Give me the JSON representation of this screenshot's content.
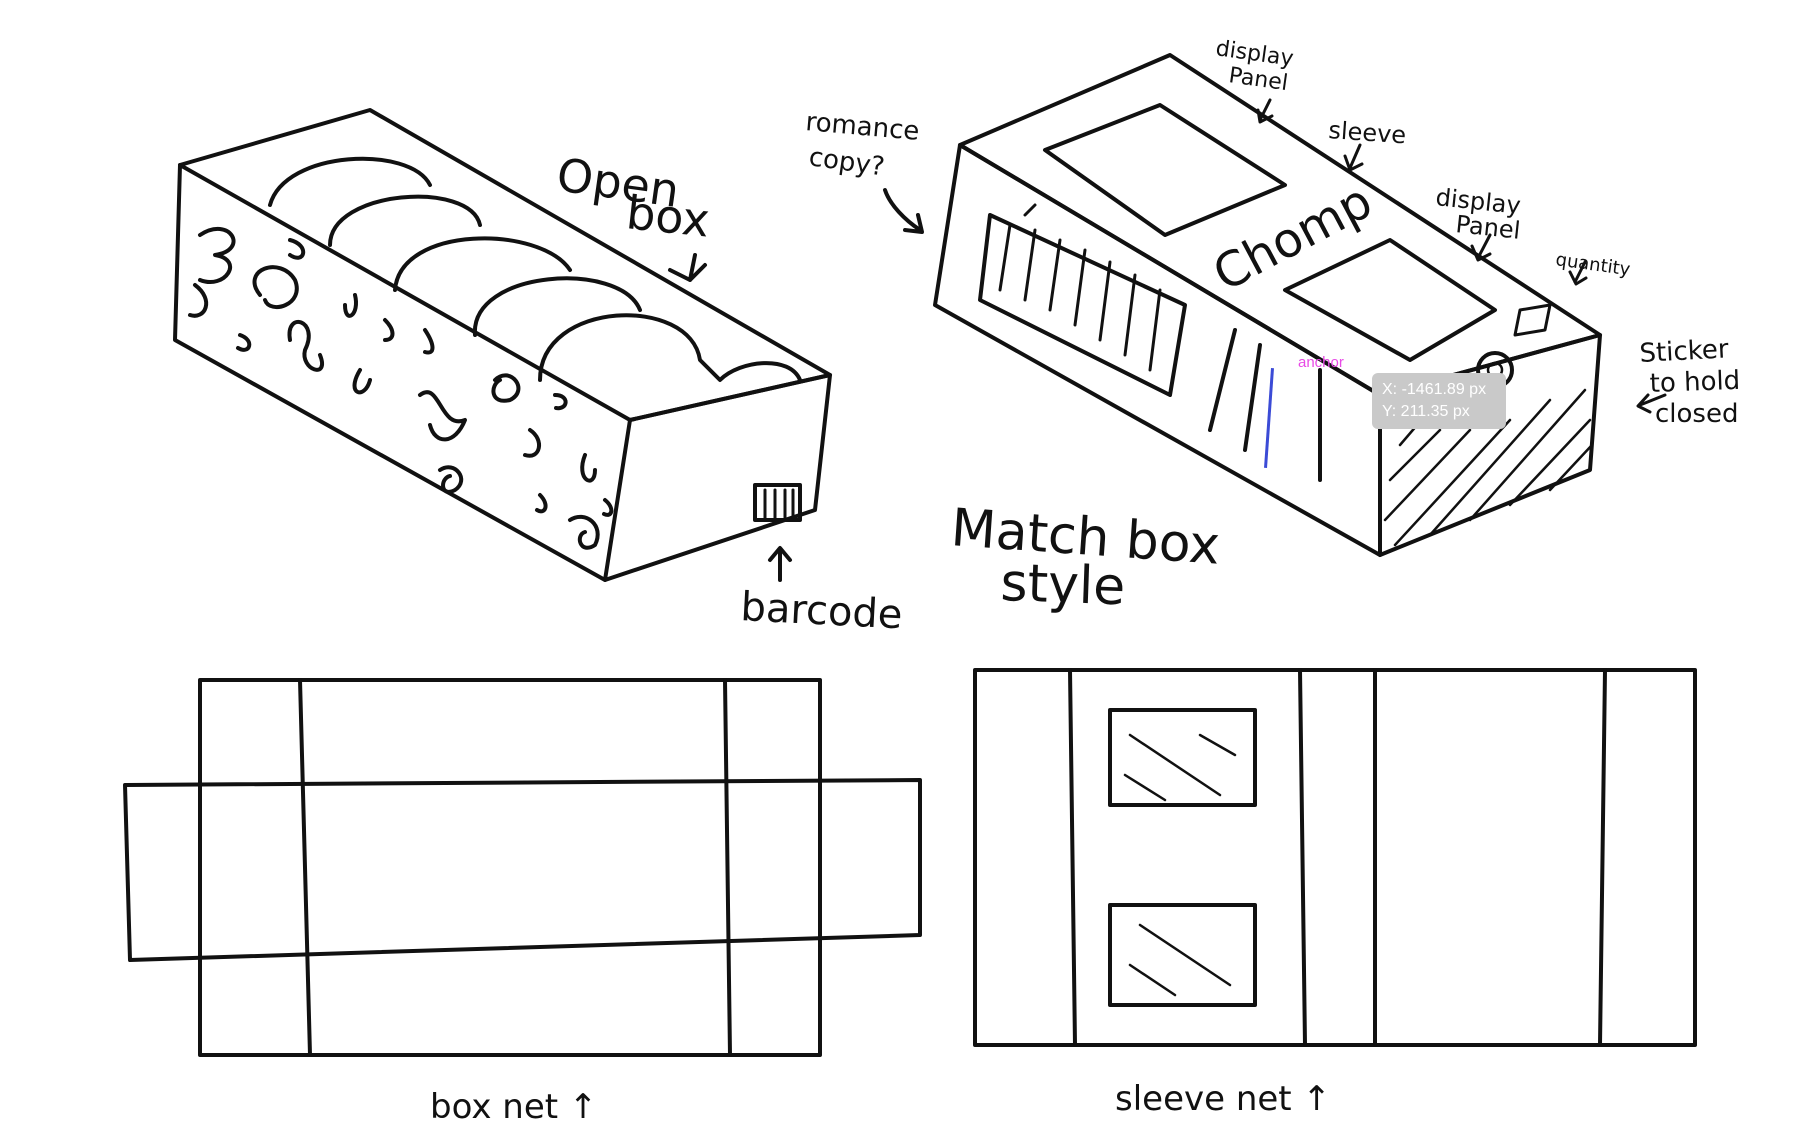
{
  "colors": {
    "ink": "#111111",
    "anchor": "#e84be6",
    "selection": "#3b4bd6",
    "tooltip_bg": "#c9c9c9",
    "tooltip_text": "#ffffff"
  },
  "labels": {
    "open_box": [
      "Open",
      "box"
    ],
    "barcode": "barcode",
    "match_box_style": [
      "Match box",
      "style"
    ],
    "romance_copy": [
      "romance",
      "copy?"
    ],
    "display_panel_top": [
      "display",
      "Panel"
    ],
    "sleeve": "sleeve",
    "display_panel_right": [
      "display",
      "Panel"
    ],
    "quantity": "quantity",
    "sticker": [
      "Sticker",
      "to hold",
      "closed"
    ],
    "brand": "Chomp",
    "box_net": "box net ↑",
    "sleeve_net": "sleeve net ↑"
  },
  "selection": {
    "anchor_label": "anchor",
    "x_readout": "X: -1461.89 px",
    "y_readout": "Y: 211.35 px"
  }
}
